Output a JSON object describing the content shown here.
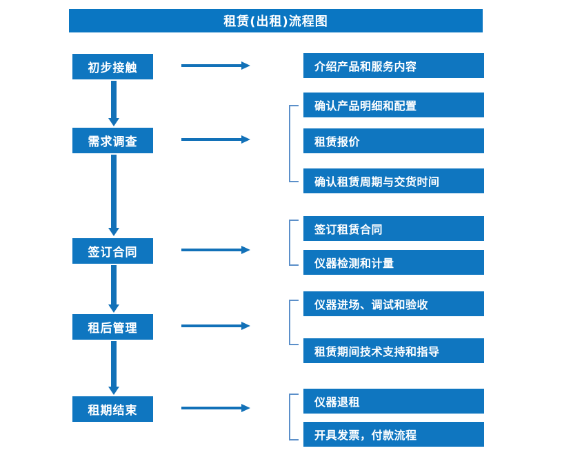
{
  "chart_data": {
    "type": "diagram",
    "title": "租赁(出租)流程图",
    "diagram_kind": "flowchart",
    "orientation": "vertical-with-side-details"
  },
  "title": "租赁(出租)流程图",
  "colors": {
    "banner": "#0a76c2",
    "box": "#0f76c0",
    "arrow": "#1271b8",
    "bracket": "#5b8fc9",
    "text": "#ffffff",
    "background": "#ffffff"
  },
  "stages": [
    {
      "label": "初步接触"
    },
    {
      "label": "需求调查"
    },
    {
      "label": "签订合同"
    },
    {
      "label": "租后管理"
    },
    {
      "label": "租期结束"
    }
  ],
  "details": [
    {
      "stage": "初步接触",
      "items": [
        "介绍产品和服务内容"
      ],
      "bracket": false
    },
    {
      "stage": "需求调查",
      "items": [
        "确认产品明细和配置",
        "租赁报价",
        "确认租赁周期与交货时间"
      ],
      "bracket": true
    },
    {
      "stage": "签订合同",
      "items": [
        "签订租赁合同",
        "仪器检测和计量"
      ],
      "bracket": true
    },
    {
      "stage": "租后管理",
      "items": [
        "仪器进场、调试和验收",
        "租赁期间技术支持和指导"
      ],
      "bracket": true
    },
    {
      "stage": "租期结束",
      "items": [
        "仪器退租",
        "开具发票，付款流程"
      ],
      "bracket": true
    }
  ],
  "detail_boxes": [
    {
      "text": "介绍产品和服务内容"
    },
    {
      "text": "确认产品明细和配置"
    },
    {
      "text": "租赁报价"
    },
    {
      "text": "确认租赁周期与交货时间"
    },
    {
      "text": "签订租赁合同"
    },
    {
      "text": "仪器检测和计量"
    },
    {
      "text": "仪器进场、调试和验收"
    },
    {
      "text": "租赁期间技术支持和指导"
    },
    {
      "text": "仪器退租"
    },
    {
      "text": "开具发票，付款流程"
    }
  ]
}
